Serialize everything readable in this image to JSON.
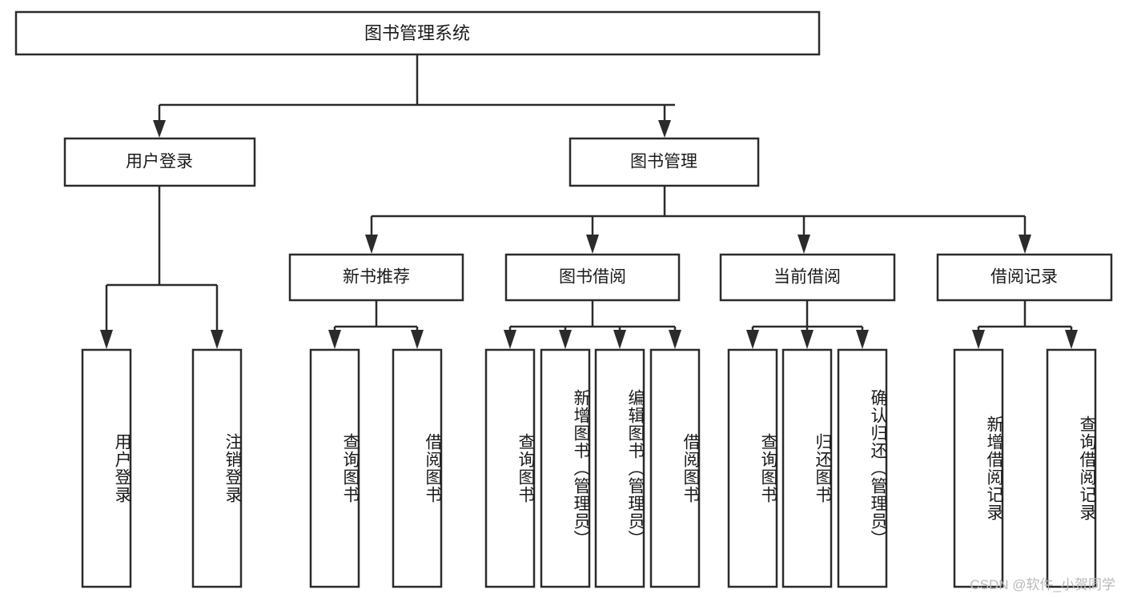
{
  "diagram": {
    "title": "图书管理系统",
    "watermark": "CSDN @软件_小贺同学",
    "type": "tree-hierarchy-diagram",
    "colors": {
      "stroke": "#2b2b2b",
      "fill": "#ffffff",
      "text": "#1a1a1a",
      "watermark": "#b9b9b9",
      "background": "#ffffff"
    },
    "root": {
      "label": "图书管理系统"
    },
    "level2": [
      {
        "id": "user-login",
        "label": "用户登录"
      },
      {
        "id": "book-management",
        "label": "图书管理"
      }
    ],
    "level3": [
      {
        "id": "new-book-recommend",
        "label": "新书推荐"
      },
      {
        "id": "book-borrow",
        "label": "图书借阅"
      },
      {
        "id": "current-borrow",
        "label": "当前借阅"
      },
      {
        "id": "borrow-record",
        "label": "借阅记录"
      }
    ],
    "leaves": {
      "user-login": [
        {
          "id": "leaf-user-login",
          "label": "用户登录"
        },
        {
          "id": "leaf-user-logout",
          "label": "注销登录"
        }
      ],
      "new-book-recommend": [
        {
          "id": "leaf-query-book-1",
          "label": "查询图书"
        },
        {
          "id": "leaf-borrow-book-1",
          "label": "借阅图书"
        }
      ],
      "book-borrow": [
        {
          "id": "leaf-query-book-2",
          "label": "查询图书"
        },
        {
          "id": "leaf-add-book",
          "label": "新增图书（管理员）"
        },
        {
          "id": "leaf-edit-book",
          "label": "编辑图书（管理员）"
        },
        {
          "id": "leaf-borrow-book-2",
          "label": "借阅图书"
        }
      ],
      "current-borrow": [
        {
          "id": "leaf-query-book-3",
          "label": "查询图书"
        },
        {
          "id": "leaf-return-book",
          "label": "归还图书"
        },
        {
          "id": "leaf-confirm-return",
          "label": "确认归还（管理员）"
        }
      ],
      "borrow-record": [
        {
          "id": "leaf-add-record",
          "label": "新增借阅记录"
        },
        {
          "id": "leaf-query-record",
          "label": "查询借阅记录"
        }
      ]
    }
  }
}
